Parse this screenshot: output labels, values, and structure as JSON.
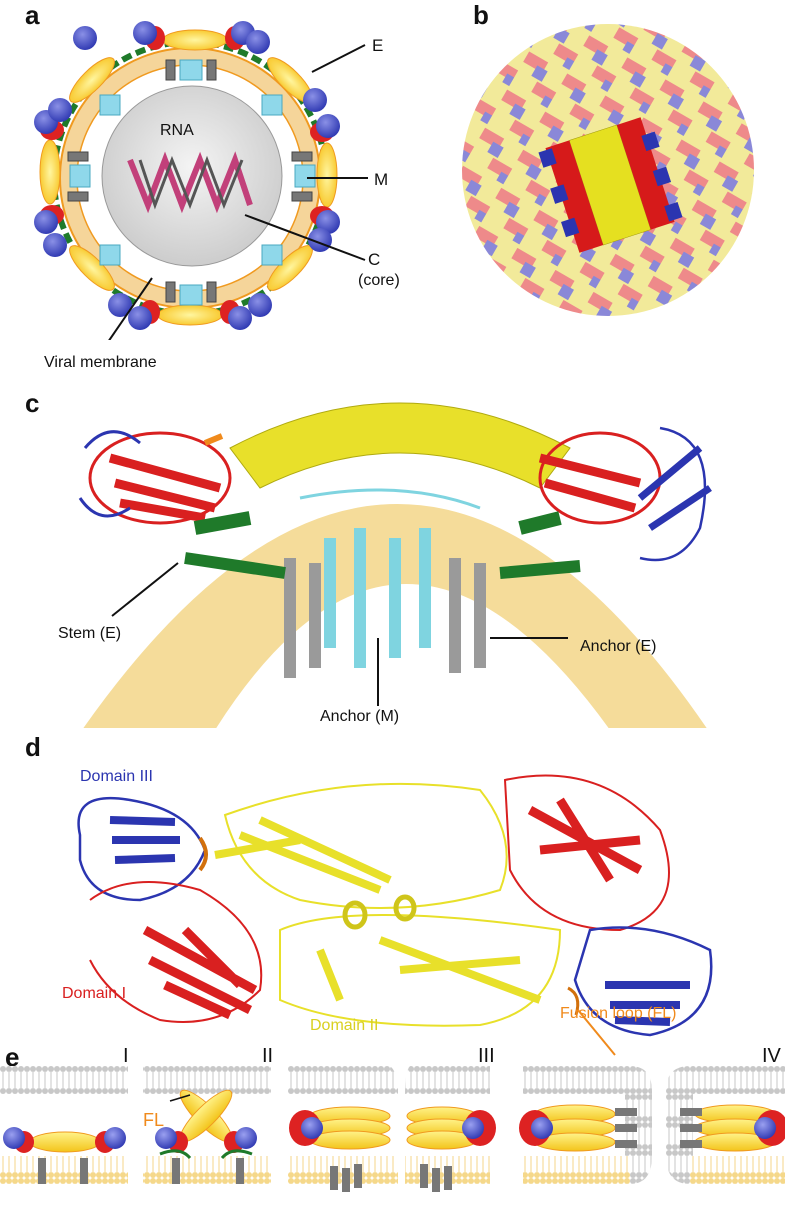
{
  "panels": {
    "a": {
      "label": "a",
      "labels": {
        "e": "E",
        "m": "M",
        "rna": "RNA",
        "c": "C",
        "core": "(core)",
        "membrane": "Viral membrane"
      }
    },
    "b": {
      "label": "b"
    },
    "c": {
      "label": "c",
      "labels": {
        "stem": "Stem (E)",
        "anchor_e": "Anchor (E)",
        "anchor_m": "Anchor (M)"
      }
    },
    "d": {
      "label": "d",
      "labels": {
        "domain3": "Domain III",
        "domain1": "Domain I",
        "domain2": "Domain II",
        "fusion": "Fusion loop (FL)"
      }
    },
    "e": {
      "label": "e",
      "stages": [
        "I",
        "II",
        "III",
        "IV"
      ],
      "fl_label": "FL"
    }
  },
  "colors": {
    "domain1": "#d92020",
    "domain2": "#e8e02a",
    "domain3": "#2b35b0",
    "fusion": "#f08a1c",
    "stem": "#1f7a2a",
    "anchor": "#8e8e8e",
    "m_protein": "#7fd4e0",
    "membrane": "#f5dc9a",
    "host_membrane": "#c8c8c8"
  }
}
